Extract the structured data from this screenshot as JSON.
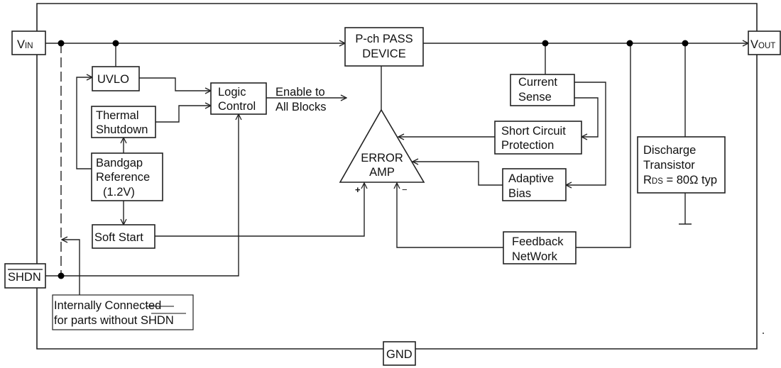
{
  "pins": {
    "vin": {
      "main": "V",
      "sub": "IN"
    },
    "vout": {
      "main": "V",
      "sub": "OUT"
    },
    "shdn": "SHDN",
    "gnd": "GND"
  },
  "blocks": {
    "pass_device": [
      "P-ch PASS",
      "DEVICE"
    ],
    "uvlo": "UVLO",
    "logic_control": [
      "Logic",
      "Control"
    ],
    "enable_label": [
      "Enable to",
      "All Blocks"
    ],
    "thermal_shutdown": [
      "Thermal",
      "Shutdown"
    ],
    "bandgap": [
      "Bandgap",
      "Reference",
      "(1.2V)"
    ],
    "soft_start": "Soft Start",
    "error_amp": [
      "ERROR",
      "AMP"
    ],
    "error_amp_plus": "+",
    "error_amp_minus": "−",
    "current_sense": [
      "Current",
      "Sense"
    ],
    "short_circuit": [
      "Short Circuit",
      "Protection"
    ],
    "adaptive_bias": [
      "Adaptive",
      "Bias"
    ],
    "feedback": [
      "Feedback",
      "NetWork"
    ],
    "discharge": {
      "line1": "Discharge",
      "line2": "Transistor",
      "r_main": "R",
      "r_sub": "DS",
      "r_value": " = 80Ω typ"
    },
    "internal_note": {
      "line1": "Internally Connected",
      "line2_prefix": "for parts without ",
      "line2_pin": "SHDN"
    }
  }
}
